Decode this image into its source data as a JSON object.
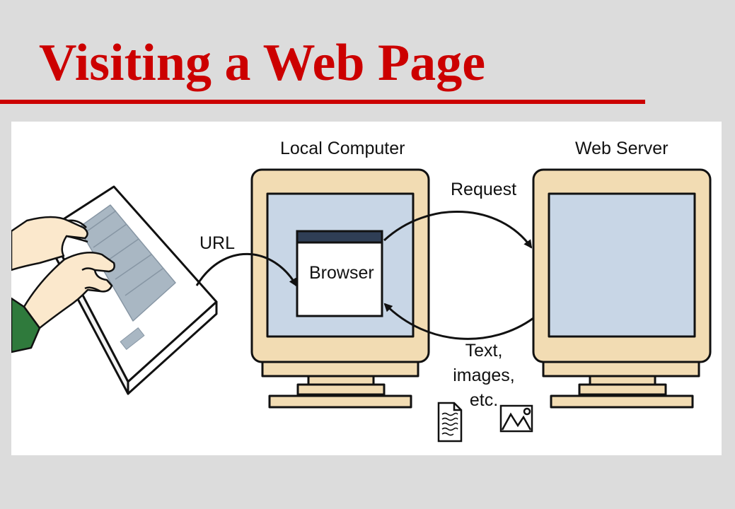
{
  "title": "Visiting a Web Page",
  "diagram": {
    "labels": {
      "local_computer": "Local Computer",
      "web_server": "Web Server",
      "url": "URL",
      "request": "Request",
      "browser": "Browser",
      "response_line1": "Text,",
      "response_line2": "images,",
      "response_line3": "etc."
    },
    "icons": [
      "hands-typing-icon",
      "keyboard-icon",
      "monitor-icon",
      "document-icon",
      "image-icon"
    ]
  },
  "colors": {
    "title": "#cc0000",
    "rule": "#cc0000",
    "slide_background": "#dcdcdc",
    "panel_background": "#ffffff",
    "monitor_frame": "#f2dcb3",
    "screen": "#c8d6e6",
    "keyboard_keys": "#a9b7c3",
    "browser_titlebar": "#2f3e55",
    "sleeve": "#2f7a3c",
    "skin": "#fbe8cc"
  }
}
